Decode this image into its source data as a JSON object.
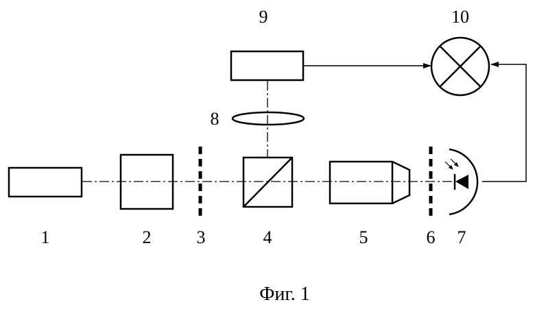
{
  "labels": {
    "l1": "1",
    "l2": "2",
    "l3": "3",
    "l4": "4",
    "l5": "5",
    "l6": "6",
    "l7": "7",
    "l8": "8",
    "l9": "9",
    "l10": "10"
  },
  "caption": "Фиг. 1"
}
